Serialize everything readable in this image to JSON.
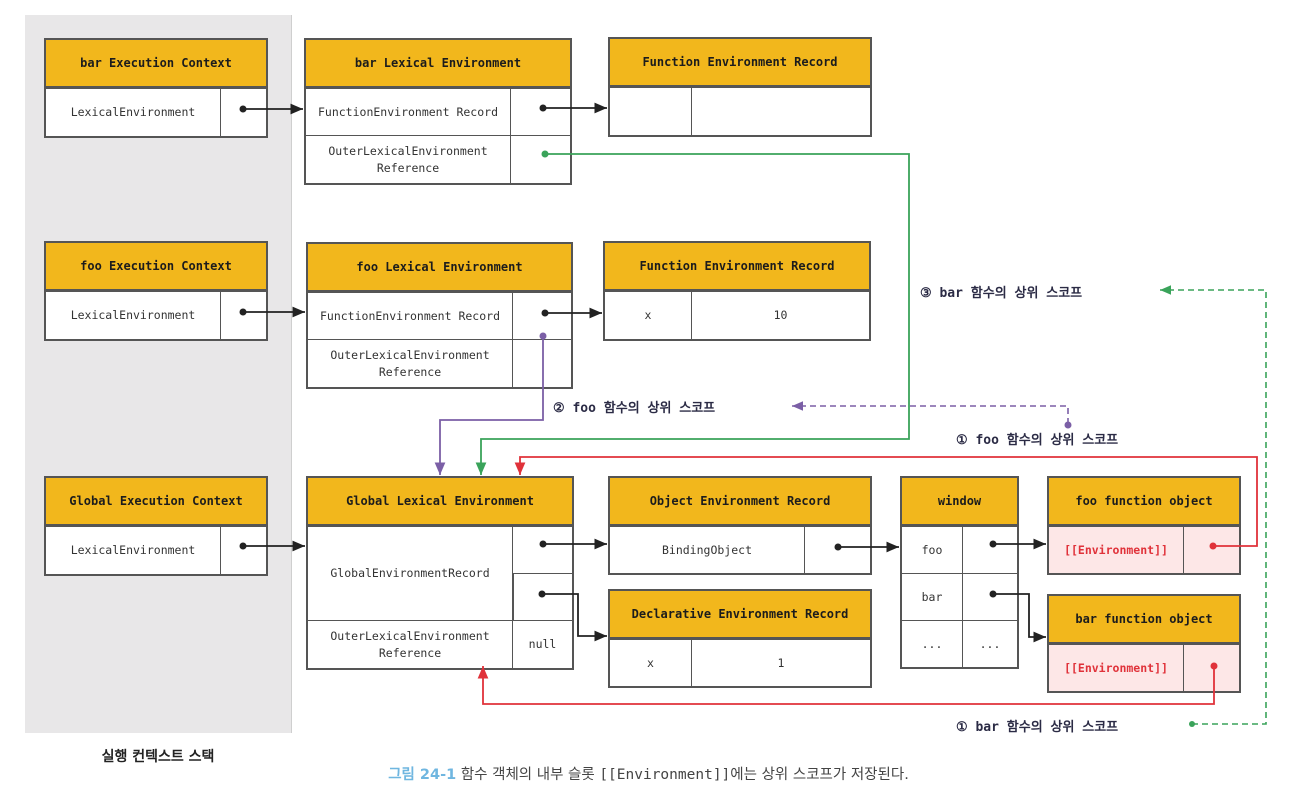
{
  "stack_label": "실행 컨텍스트 스택",
  "contexts": [
    {
      "title": "bar Execution Context",
      "field": "LexicalEnvironment"
    },
    {
      "title": "foo Execution Context",
      "field": "LexicalEnvironment"
    },
    {
      "title": "Global Execution Context",
      "field": "LexicalEnvironment"
    }
  ],
  "bar_lexical_env": {
    "title": "bar Lexical Environment",
    "row1": "FunctionEnvironment Record",
    "row2": "OuterLexicalEnvironment Reference"
  },
  "bar_function_record": {
    "title": "Function Environment Record",
    "key": "",
    "value": ""
  },
  "foo_lexical_env": {
    "title": "foo Lexical Environment",
    "row1": "FunctionEnvironment Record",
    "row2": "OuterLexicalEnvironment Reference"
  },
  "foo_function_record": {
    "title": "Function Environment Record",
    "key": "x",
    "value": "10"
  },
  "global_lexical_env": {
    "title": "Global Lexical Environment",
    "row1": "GlobalEnvironmentRecord",
    "row2": "OuterLexicalEnvironment Reference",
    "row2_value": "null"
  },
  "object_env_record": {
    "title": "Object Environment Record",
    "key": "BindingObject"
  },
  "declarative_env_record": {
    "title": "Declarative Environment Record",
    "key": "x",
    "value": "1"
  },
  "window": {
    "title": "window",
    "rows": [
      {
        "key": "foo",
        "value": ""
      },
      {
        "key": "bar",
        "value": ""
      },
      {
        "key": "...",
        "value": "..."
      }
    ]
  },
  "foo_function_object": {
    "title": "foo function object",
    "slot": "[[Environment]]"
  },
  "bar_function_object": {
    "title": "bar function object",
    "slot": "[[Environment]]"
  },
  "annotations": {
    "bar_scope_3": "③ bar 함수의 상위 스코프",
    "foo_scope_2": "② foo 함수의 상위 스코프",
    "foo_scope_1": "① foo 함수의 상위 스코프",
    "bar_scope_1": "① bar 함수의 상위 스코프"
  },
  "colors": {
    "header": "#f2b71c",
    "green": "#3aa35a",
    "purple": "#7b5fa6",
    "red": "#e0323a",
    "pink_fill": "#fde7e7"
  },
  "caption": {
    "figure": "그림 24-1",
    "text_before": " 함수 객체의 내부 슬롯 ",
    "code": "[[Environment]]",
    "text_after": "에는 상위 스코프가 저장된다."
  }
}
